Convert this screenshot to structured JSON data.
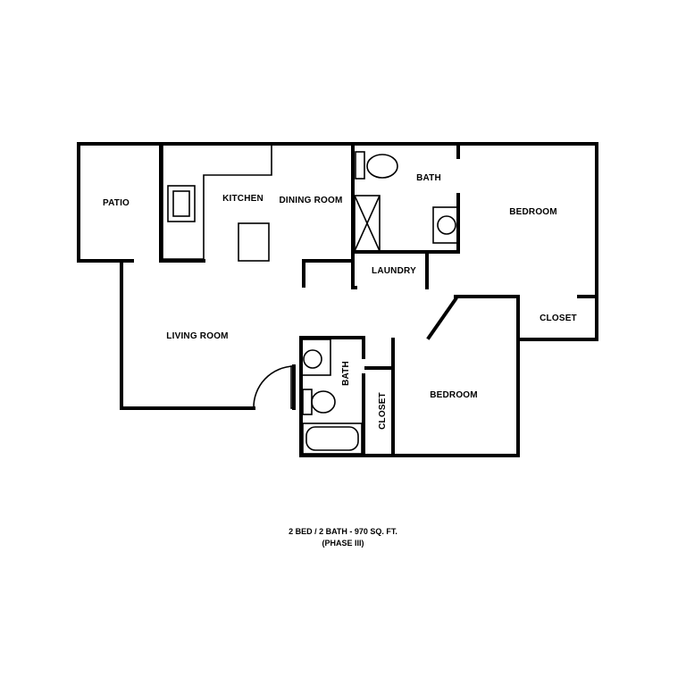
{
  "rooms": {
    "patio": "PATIO",
    "kitchen": "KITCHEN",
    "dining_room": "DINING ROOM",
    "bath_top": "BATH",
    "bedroom_top": "BEDROOM",
    "laundry": "LAUNDRY",
    "closet_right": "CLOSET",
    "living_room": "LIVING ROOM",
    "bath_bottom": "BATH",
    "bedroom_bottom": "BEDROOM",
    "closet_bottom": "CLOSET"
  },
  "caption": {
    "line1": "2 BED / 2 BATH - 970 SQ. FT.",
    "line2": "(PHASE III)"
  }
}
